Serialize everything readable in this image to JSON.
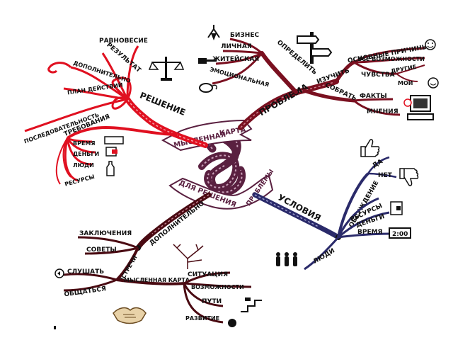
{
  "center": {
    "line1": "МЫСЛЕННАЯ",
    "line2": "КАРТА",
    "line3": "ДЛЯ РЕШЕНИЯ",
    "line4": "ПРОБЛЕМЫ"
  },
  "problem": {
    "title": "ПРОБЛЕМА",
    "define": "ОПРЕДЕЛИТЬ",
    "define_items": [
      "БИЗНЕС",
      "ЛИЧНАЯ",
      "ЖИТЕЙСКАЯ",
      "ЭМОЦИОНАЛЬНАЯ"
    ],
    "study": "ИЗУЧИТЬ",
    "study_items": [
      "ОСНОВНЫЕ ПРИЧИНЫ",
      "ВСЕ ВОЗМОЖНОСТИ",
      "ЧУВСТВА",
      "ДРУГИЕ",
      "МОИ"
    ],
    "collect": "СОБРАТЬ",
    "collect_items": [
      "ФАКТЫ",
      "МНЕНИЯ"
    ]
  },
  "solution": {
    "title": "РЕШЕНИЕ",
    "items": [
      "РАВНОВЕСИЕ",
      "РЕЗУЛЬТАТ",
      "ДОПОЛНИТЕЛЬНО",
      "ПЛАН ДЕЙСТВИЙ",
      "ПОСЛЕДОВАТЕЛЬНОСТЬ"
    ],
    "req": "ТРЕБОВАНИЯ",
    "req_items": [
      "ВРЕМЯ",
      "ДЕНЬГИ",
      "ЛЮДИ",
      "РЕСУРСЫ"
    ]
  },
  "conditions": {
    "title": "УСЛОВИЯ",
    "discuss": "ОБСУЖДЕНИЕ",
    "discuss_items": [
      "ДА",
      "НЕТ"
    ],
    "resources": "РЕСУРСЫ",
    "money": "ДЕНЬГИ",
    "time": "ВРЕМЯ",
    "people": "ЛЮДИ",
    "clock": "2:00"
  },
  "extra": {
    "title": "ДОПОЛНИТЕЛЬНО",
    "items": [
      "ЗАКЛЮЧЕНИЯ",
      "СОВЕТЫ"
    ],
    "meetings": "ВСТРЕЧИ",
    "listen": "СЛУШАТЬ",
    "communicate": "ОБЩАТЬСЯ",
    "mindmap": "МЫСЛЕННАЯ КАРТА",
    "mindmap_items": [
      "СИТУАЦИЯ",
      "ВОЗМОЖНОСТИ",
      "ПУТИ",
      "РАЗВИТИЕ"
    ]
  },
  "colors": {
    "problem": "#7a1020",
    "solution": "#e01020",
    "conditions": "#2a2a6a",
    "extra": "#4a0a12",
    "center": "#5a2040",
    "ink": "#1a1a1a"
  },
  "icons": [
    "hanger-icon",
    "hammer-icon",
    "mouse-icon",
    "signpost-icon",
    "scales-icon",
    "idea-face-icon",
    "happy-face-icon",
    "sad-face-icon",
    "computer-icon",
    "thumbs-up-icon",
    "thumbs-down-icon",
    "wallet-icon",
    "clock-icon",
    "people-icon",
    "bottle-icon",
    "handshake-icon",
    "tree-icon",
    "steps-icon",
    "magnet-icon"
  ]
}
